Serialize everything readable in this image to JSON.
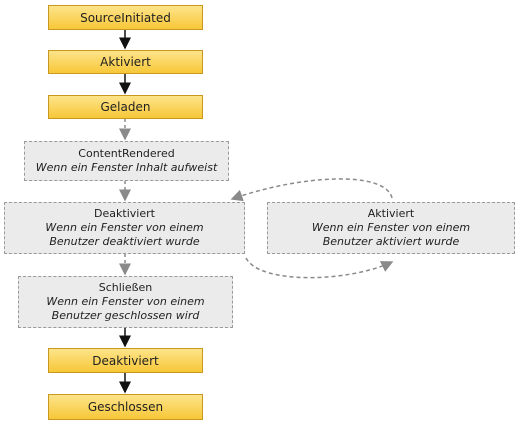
{
  "nodes": {
    "source_initiated": {
      "label": "SourceInitiated"
    },
    "aktiviert_1": {
      "label": "Aktiviert"
    },
    "geladen": {
      "label": "Geladen"
    },
    "content_rendered": {
      "label": "ContentRendered",
      "desc": "Wenn ein Fenster Inhalt aufweist"
    },
    "deaktiviert_side": {
      "label": "Deaktiviert",
      "desc1": "Wenn ein Fenster von einem",
      "desc2": "Benutzer deaktiviert wurde"
    },
    "aktiviert_side": {
      "label": "Aktiviert",
      "desc1": "Wenn ein Fenster von einem",
      "desc2": "Benutzer aktiviert wurde"
    },
    "schliessen": {
      "label": "Schließen",
      "desc1": "Wenn ein Fenster von einem",
      "desc2": "Benutzer geschlossen wird"
    },
    "deaktiviert_2": {
      "label": "Deaktiviert"
    },
    "geschlossen": {
      "label": "Geschlossen"
    }
  },
  "colors": {
    "solid_fill": "#f7c738",
    "solid_border": "#c9981e",
    "dashed_fill": "#ebebeb",
    "arrow_solid": "#111111",
    "arrow_dashed": "#8a8a8a"
  }
}
